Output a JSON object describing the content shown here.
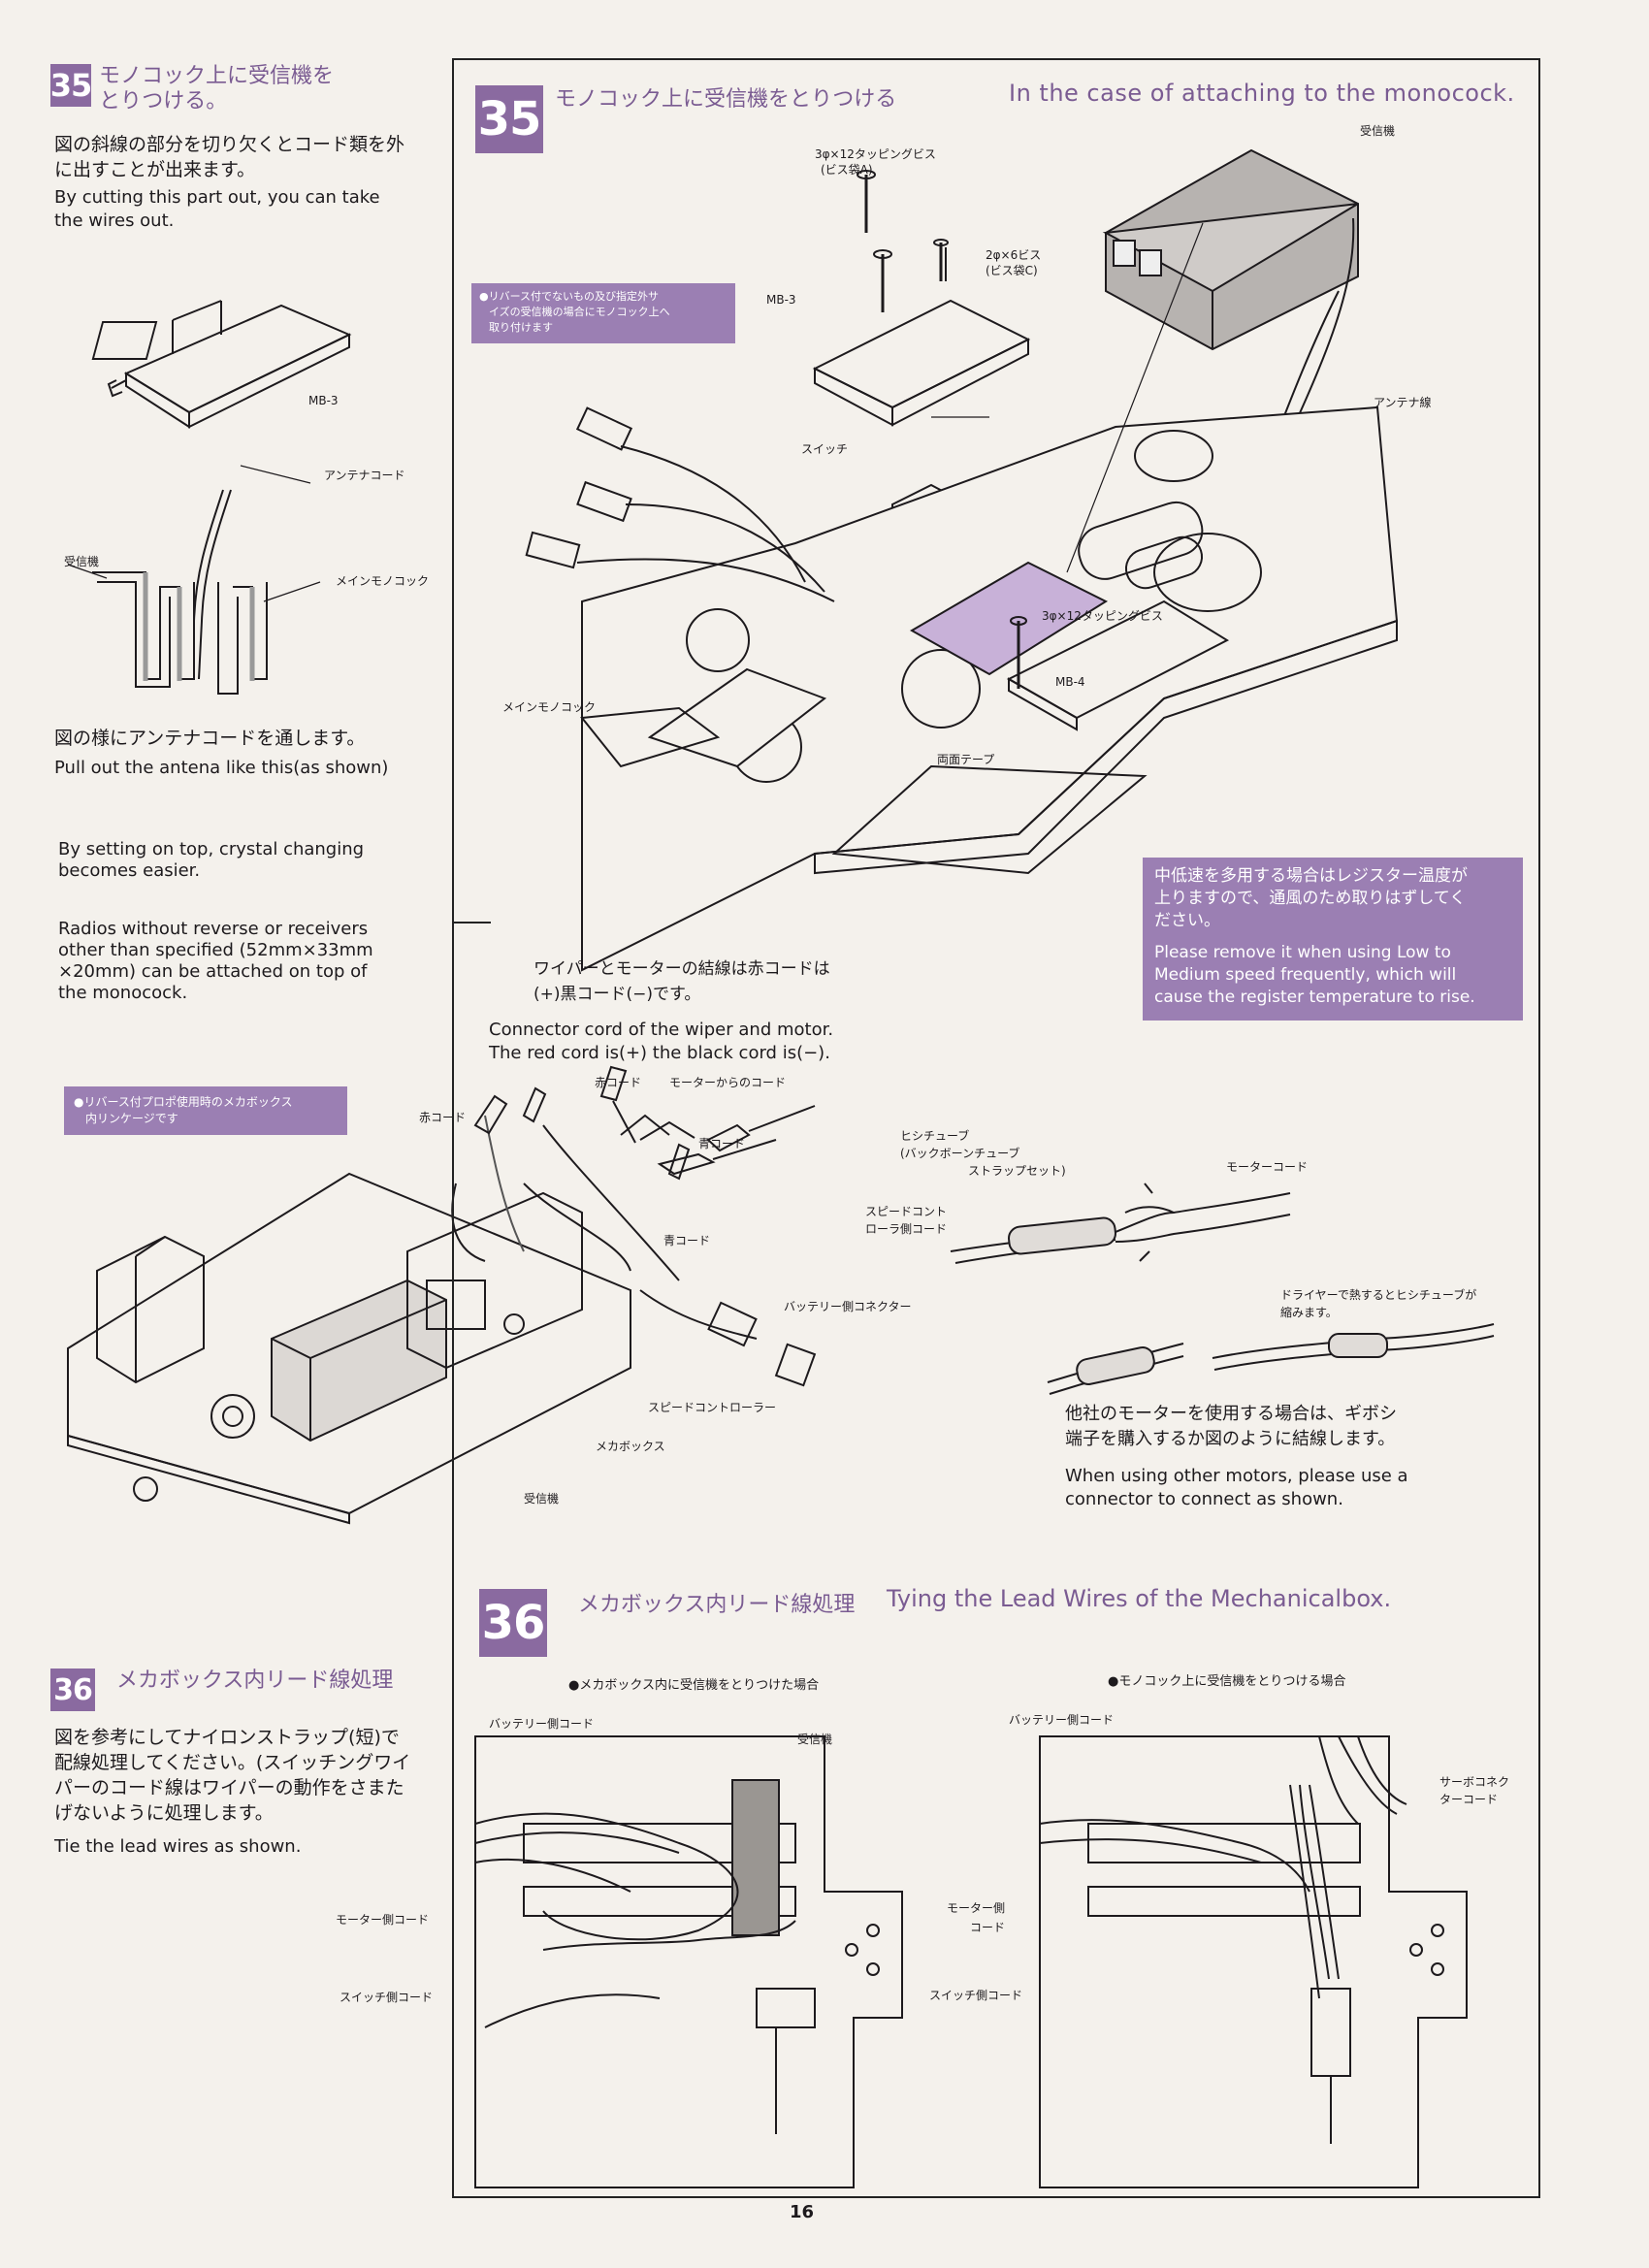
{
  "left": {
    "s35": {
      "badge": "35",
      "title_line1": "モノコック上に受信機を",
      "title_line2": "とりつける。",
      "jp_text_line1": "図の斜線の部分を切り欠くとコード類を外",
      "jp_text_line2": "に出すことが出来ます。",
      "en_text_line1": "By cutting this part out, you can take",
      "en_text_line2": "the wires out.",
      "label_mb3": "MB-3",
      "label_antenna_cord": "アンテナコード",
      "label_receiver": "受信機",
      "label_main_monocock": "メインモノコック",
      "jp_antenna": "図の様にアンテナコードを通します。",
      "en_antenna": "Pull out the antena like this(as shown)",
      "en_crystal_1": "By setting on top, crystal changing",
      "en_crystal_2": "becomes easier.",
      "en_radios_1": "Radios without reverse or receivers",
      "en_radios_2": "other than specified (52mm×33mm",
      "en_radios_3": "×20mm) can be attached on top of",
      "en_radios_4": "the monocock.",
      "mecha_note_1": "●リバース付プロポ使用時のメカボックス",
      "mecha_note_2": "内リンケージです"
    },
    "s36": {
      "badge": "36",
      "title": "メカボックス内リード線処理",
      "jp_1": "図を参考にしてナイロンストラップ(短)で",
      "jp_2": "配線処理してください。(スイッチングワイ",
      "jp_3": "パーのコード線はワイパーの動作をさまた",
      "jp_4": "げないように処理します。",
      "en": "Tie the lead wires as shown."
    },
    "mecha_labels": {
      "red_cord_1": "赤コード",
      "red_cord_2": "赤コード",
      "from_motor": "モーターからのコード",
      "blue_cord_1": "青コード",
      "blue_cord_2": "青コード",
      "battery_connector": "バッテリー側コネクター",
      "speed_controller": "スピードコントローラー",
      "mechabox": "メカボックス",
      "receiver": "受信機"
    }
  },
  "right": {
    "s35": {
      "badge": "35",
      "title_jp": "モノコック上に受信機をとりつける",
      "title_en": "In the case of attaching to the monocock.",
      "label_screw_a1": "3φ×12タッピングビス",
      "label_screw_a2": "(ビス袋A)",
      "label_screw_b1": "2φ×6ビス",
      "label_screw_b2": "(ビス袋C)",
      "label_receiver": "受信機",
      "label_mb3": "MB-3",
      "label_switch": "スイッチ",
      "label_antenna": "アンテナ線",
      "label_screw_c": "3φ×12タッピングビス",
      "label_mb4": "MB-4",
      "label_main_monocock": "メインモノコック",
      "label_tape": "両面テープ",
      "note_purple_1": "●リバース付でないもの及び指定外サ",
      "note_purple_2": "イズの受信機の場合にモノコック上へ",
      "note_purple_3": "取り付けます",
      "warn_jp_1": "中低速を多用する場合はレジスター温度が",
      "warn_jp_2": "上りますので、通風のため取りはずしてく",
      "warn_jp_3": "ださい。",
      "warn_en_1": "Please remove it when using  Low to",
      "warn_en_2": "Medium speed frequently,  which  will",
      "warn_en_3": "cause the register temperature to rise.",
      "wiper_jp_1": "ワイパーとモーターの結線は赤コードは",
      "wiper_jp_2": "(+)黒コード(−)です。",
      "wiper_en_1": "Connector cord of the wiper and motor.",
      "wiper_en_2": "The red cord is(+) the black cord is(−).",
      "heat_tube_1": "ヒシチューブ",
      "heat_tube_2": "(バックボーンチューブ",
      "heat_tube_3": "ストラップセット)",
      "motor_cord": "モーターコード",
      "speed_ctrl_1": "スピードコント",
      "speed_ctrl_2": "ローラ側コード",
      "dryer_1": "ドライヤーで熱するとヒシチューブが",
      "dryer_2": "縮みます。",
      "other_jp_1": "他社のモーターを使用する場合は、ギボシ",
      "other_jp_2": "端子を購入するか図のように結線します。",
      "other_en_1": "When using other motors, please  use  a",
      "other_en_2": "connector to connect as shown."
    },
    "s36": {
      "badge": "36",
      "title_jp": "メカボックス内リード線処理",
      "title_en": "Tying the Lead Wires of the Mechanicalbox.",
      "case_a": "●メカボックス内に受信機をとりつけた場合",
      "case_b": "●モノコック上に受信機をとりつける場合",
      "battery_cord_a": "バッテリー側コード",
      "receiver_a": "受信機",
      "motor_cord_a": "モーター側コード",
      "switch_cord_a": "スイッチ側コード",
      "battery_cord_b": "バッテリー側コード",
      "servo_1": "サーボコネク",
      "servo_2": "ターコード",
      "motor_b_1": "モーター側",
      "motor_b_2": "コード",
      "switch_cord_b": "スイッチ側コード"
    }
  },
  "page_number": "16",
  "colors": {
    "accent": "#8a6aa0",
    "paper": "#f4f1ec",
    "ink": "#1d1a1d"
  }
}
